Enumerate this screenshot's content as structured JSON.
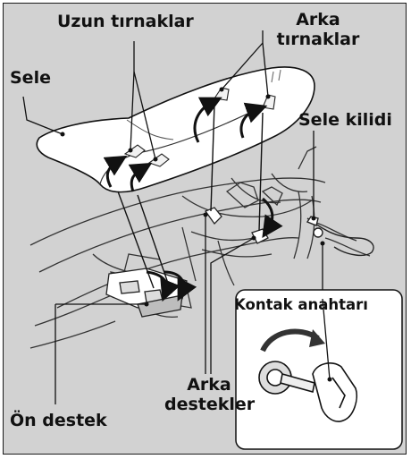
{
  "labels": {
    "uzun_tirnaklar": "Uzun tırnaklar",
    "arka_tirnaklar_1": "Arka",
    "arka_tirnaklar_2": "tırnaklar",
    "sele": "Sele",
    "sele_kilidi": "Sele kilidi",
    "kontak_anahtari": "Kontak anahtarı",
    "arka_destekler_1": "Arka",
    "arka_destekler_2": "destekler",
    "on_destek": "Ön destek"
  },
  "colors": {
    "background": "#d2d2d2",
    "line": "#1a1a1a",
    "part_fill": "#ffffff"
  },
  "icons": [
    "ignition-key-icon",
    "turn-arrow-icon"
  ]
}
